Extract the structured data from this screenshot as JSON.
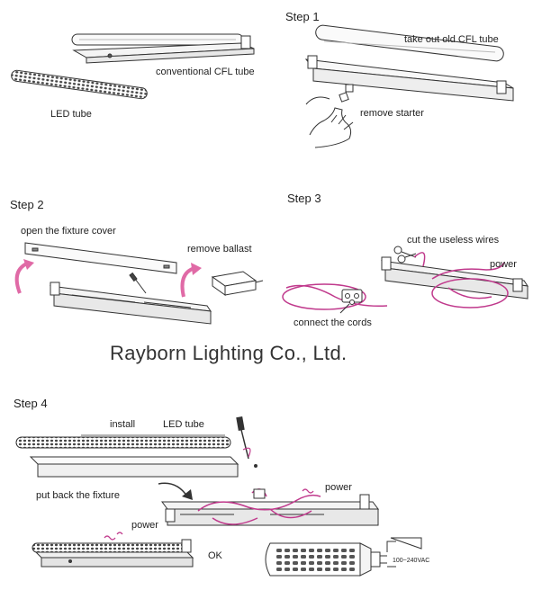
{
  "company": "Rayborn Lighting  Co., Ltd.",
  "intro": {
    "conventional_label": "conventional CFL tube",
    "led_label": "LED tube"
  },
  "step1": {
    "title": "Step 1",
    "take_out": "take out old CFL tube",
    "remove_starter": "remove starter"
  },
  "step2": {
    "title": "Step 2",
    "open_cover": "open the fixture cover",
    "remove_ballast": "remove ballast"
  },
  "step3": {
    "title": "Step 3",
    "cut_wires": "cut the useless wires",
    "power": "power",
    "connect_cords": "connect the cords"
  },
  "step4": {
    "title": "Step 4",
    "install": "install",
    "led_tube": "LED tube",
    "put_back": "put back the fixture",
    "power_top": "power",
    "power_bottom": "power",
    "ok": "OK",
    "voltage": "100~240VAC"
  },
  "colors": {
    "line": "#333333",
    "wire": "#c0398c",
    "arrow": "#e06aa6"
  }
}
